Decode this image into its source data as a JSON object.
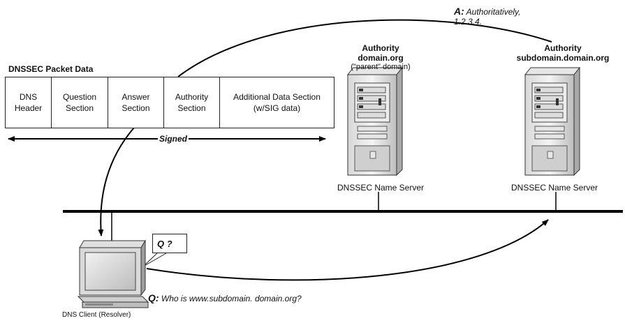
{
  "packet": {
    "title": "DNSSEC Packet Data",
    "cells": [
      {
        "label": "DNS\nHeader"
      },
      {
        "label": "Question\nSection"
      },
      {
        "label": "Answer\nSection"
      },
      {
        "label": "Authority\nSection"
      },
      {
        "label": "Additional Data Section\n(w/SIG data)"
      }
    ],
    "signed_label": "Signed"
  },
  "parent_server": {
    "title_line1": "Authority",
    "title_line2": "domain.org",
    "subtitle": "(\"parent\" domain)",
    "label": "DNSSEC Name Server",
    "icon": "server-tower-icon"
  },
  "sub_server": {
    "title_line1": "Authority",
    "title_line2": "subdomain.domain.org",
    "label": "DNSSEC Name Server",
    "icon": "server-tower-icon"
  },
  "client": {
    "label": "DNS Client (Resolver)",
    "icon": "computer-terminal-icon"
  },
  "query": {
    "bubble": "Q ?",
    "prefix": "Q:",
    "text": "Who is www.subdomain. domain.org?"
  },
  "answer": {
    "prefix": "A:",
    "line1": "Authoritatively,",
    "line2": "1.2.3.4."
  }
}
